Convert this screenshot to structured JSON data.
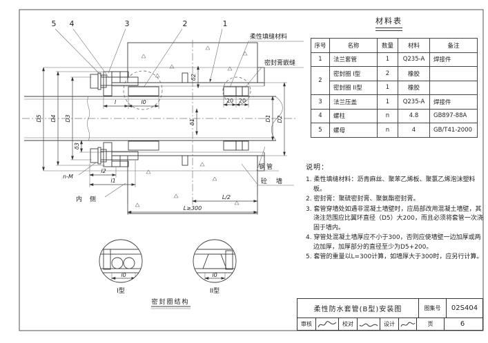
{
  "drawing": {
    "callouts": [
      "5",
      "4",
      "3",
      "2",
      "1"
    ],
    "labels": {
      "flexible_caulk": "柔性填缝材料",
      "sealant_caulk": "密封膏嵌缝",
      "steel_pipe": "钢管",
      "wall": "砼墙",
      "inner_side": "内侧",
      "bolt_spec": "n-M"
    },
    "dims": {
      "D5": "D5",
      "D4": "D4",
      "D3": "D3",
      "D2": "D2",
      "D1": "D1",
      "delta1": "δ1",
      "delta2": "δ2",
      "delta3": "δ3",
      "l": "l",
      "l0": "l0",
      "l1": "l1",
      "l2": "l2",
      "twenty_a": "20",
      "twenty_b": "20",
      "half_length": "L/2",
      "min_length": "L≥300"
    }
  },
  "materials_table": {
    "title": "材料表",
    "headers": [
      "序号",
      "名称",
      "数量",
      "材料",
      "备注"
    ],
    "rows": [
      {
        "no": "1",
        "name": "法兰套管",
        "qty": "1",
        "material": "Q235-A",
        "note": "焊接件"
      },
      {
        "no": "2",
        "name": "密封圈 I型",
        "qty": "2",
        "material": "橡胶",
        "note": ""
      },
      {
        "no": "",
        "name": "密封圈 II型",
        "qty": "1",
        "material": "橡胶",
        "note": ""
      },
      {
        "no": "3",
        "name": "法兰压盖",
        "qty": "1",
        "material": "Q235-A",
        "note": "焊接件"
      },
      {
        "no": "4",
        "name": "螺柱",
        "qty": "n",
        "material": "4.8",
        "note": "GB897-88A"
      },
      {
        "no": "5",
        "name": "螺母",
        "qty": "n",
        "material": "4",
        "note": "GB/T41-2000"
      }
    ]
  },
  "notes": {
    "title": "说明：",
    "items": [
      "1. 柔性填缝材料：沥青麻丝、聚苯乙烯板、聚氯乙烯泡沫塑料板。",
      "2. 密封膏：聚硫密封膏、聚氨酯密封膏。",
      "3. 套管穿墙处如遇非混凝土墙壁时，应局部改用混凝土墙壁，其浇注范围应比翼环直径（D5）大200，而且必须将套管一次浇固于墙内。",
      "4. 穿管处混凝土墙厚应不小于300，否则应使墙壁一边加厚或两边加厚，加厚部分的直径至少为D5+200。",
      "5. 套管的重量以L=300计算，如墙厚大于300时，应另行计算。"
    ]
  },
  "details": {
    "type1": "I型",
    "type2": "II型",
    "caption": "密封圈结构",
    "dim_l0": "l0"
  },
  "title_block": {
    "drawing_title": "柔性防水套管(B型)安装图",
    "atlas_no_label": "图集号",
    "atlas_no": "02S404",
    "page_label": "页",
    "page_no": "6",
    "reviewer_label": "审核",
    "checker_label": "校对",
    "designer_label": "设计"
  }
}
